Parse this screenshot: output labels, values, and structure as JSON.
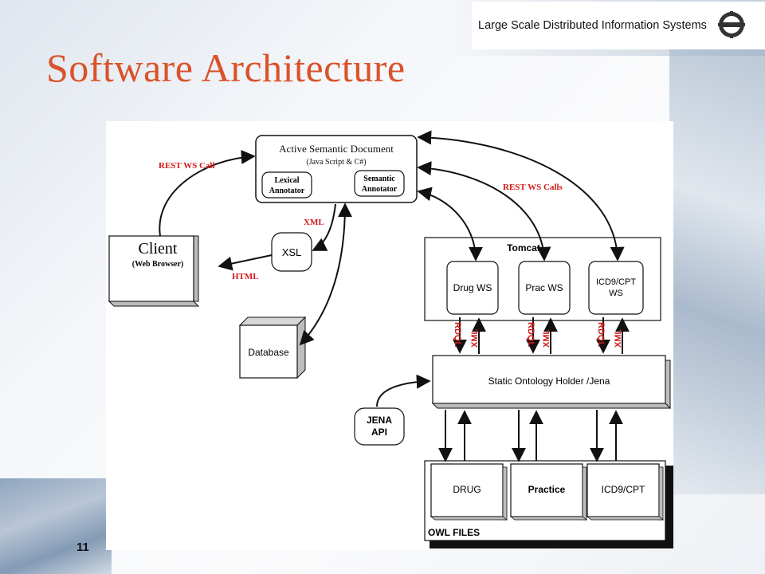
{
  "header": {
    "title": "Large Scale Distributed Information Systems",
    "logo_icon": "lsdis-gear-logo-icon"
  },
  "slide": {
    "title": "Software Architecture",
    "number": "11"
  },
  "diagram": {
    "asd": {
      "title": "Active Semantic Document",
      "subtitle": "(Java Script & C#)",
      "lexical_line1": "Lexical",
      "lexical_line2": "Annotator",
      "semantic_line1": "Semantic",
      "semantic_line2": "Annotator"
    },
    "client": {
      "title": "Client",
      "subtitle": "(Web Browser)"
    },
    "xsl": "XSL",
    "database": "Database",
    "tomcat": "Tomcat",
    "services": {
      "drug": "Drug WS",
      "prac": "Prac WS",
      "icd_line1": "ICD9/CPT",
      "icd_line2": "WS"
    },
    "labels": {
      "rest_ws_call": "REST WS Call",
      "rest_ws_calls": "REST WS Calls",
      "xml": "XML",
      "html": "HTML",
      "rdql": "RDQL",
      "xml_vertical": "XML"
    },
    "ontology_holder": "Static Ontology Holder /Jena",
    "jena_line1": "JENA",
    "jena_line2": "API",
    "owl": {
      "drug": "DRUG",
      "practice": "Practice",
      "icd": "ICD9/CPT",
      "container": "OWL FILES"
    },
    "colors": {
      "title": "#d9532a",
      "red_label": "#d11a1a",
      "stroke": "#111111",
      "box_fill": "#ffffff",
      "shadow": "#cfcfcf"
    }
  }
}
